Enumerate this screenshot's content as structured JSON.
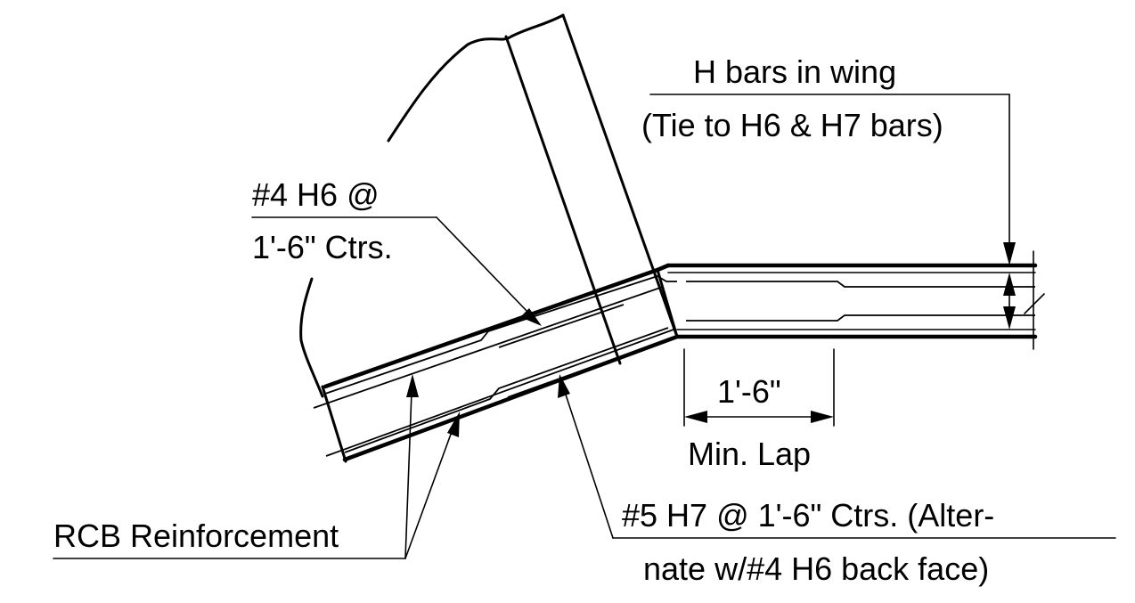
{
  "labels": {
    "h_bars_line1": "H bars in wing",
    "h_bars_line2": "(Tie to H6 & H7 bars)",
    "h6_line1": "#4 H6 @",
    "h6_line2": "1'-6\" Ctrs.",
    "lap_dimension": "1'-6\"",
    "lap_caption": "Min. Lap",
    "rcb": "RCB Reinforcement",
    "h7_line1": "#5 H7 @ 1'-6\" Ctrs. (Alter-",
    "h7_line2": "nate w/#4 H6 back face)"
  },
  "colors": {
    "line": "#000000",
    "background": "#ffffff"
  }
}
